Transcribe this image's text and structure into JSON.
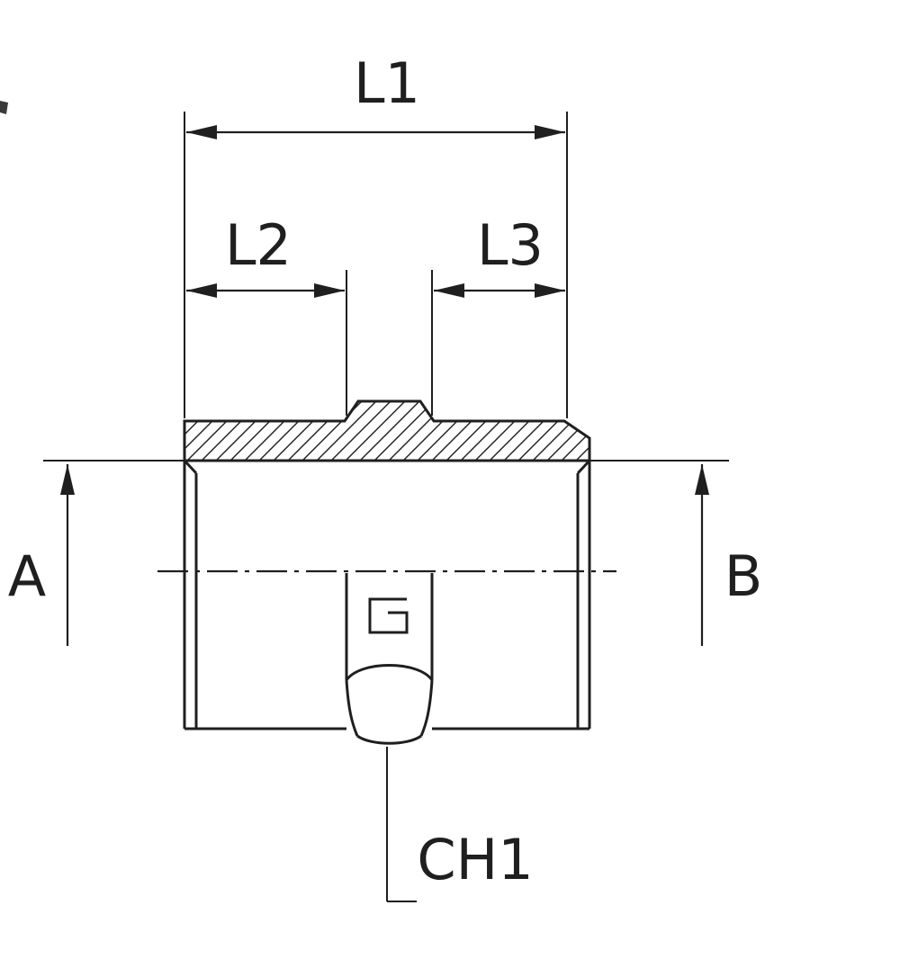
{
  "drawing": {
    "background": "#ffffff",
    "line_color": "#1f1f1f",
    "labels": {
      "l1": "L1",
      "l2": "L2",
      "l3": "L3",
      "a": "A",
      "b": "B",
      "ch1": "CH1"
    }
  }
}
